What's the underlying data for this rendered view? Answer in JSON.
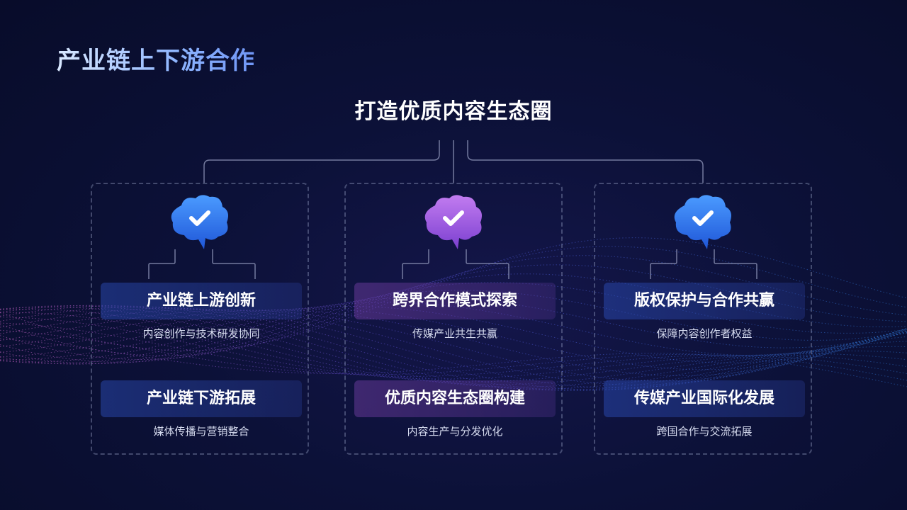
{
  "page_title": "产业链上下游合作",
  "root_title": "打造优质内容生态圈",
  "colors": {
    "background": "#0b1034",
    "brain_blue_light": "#4b9bff",
    "brain_blue_dark": "#1f56d8",
    "brain_purple_light": "#c27cf0",
    "brain_purple_dark": "#7b3fd0",
    "connector": "#8f95b8"
  },
  "columns": [
    {
      "icon": "brain-check-icon",
      "theme": "blue",
      "items": [
        {
          "title": "产业链上游创新",
          "subtitle": "内容创作与技术研发协同"
        },
        {
          "title": "产业链下游拓展",
          "subtitle": "媒体传播与营销整合"
        }
      ]
    },
    {
      "icon": "brain-check-icon",
      "theme": "purple",
      "items": [
        {
          "title": "跨界合作模式探索",
          "subtitle": "传媒产业共生共赢"
        },
        {
          "title": "优质内容生态圈构建",
          "subtitle": "内容生产与分发优化"
        }
      ]
    },
    {
      "icon": "brain-check-icon",
      "theme": "blue",
      "items": [
        {
          "title": "版权保护与合作共赢",
          "subtitle": "保障内容创作者权益"
        },
        {
          "title": "传媒产业国际化发展",
          "subtitle": "跨国合作与交流拓展"
        }
      ]
    }
  ]
}
